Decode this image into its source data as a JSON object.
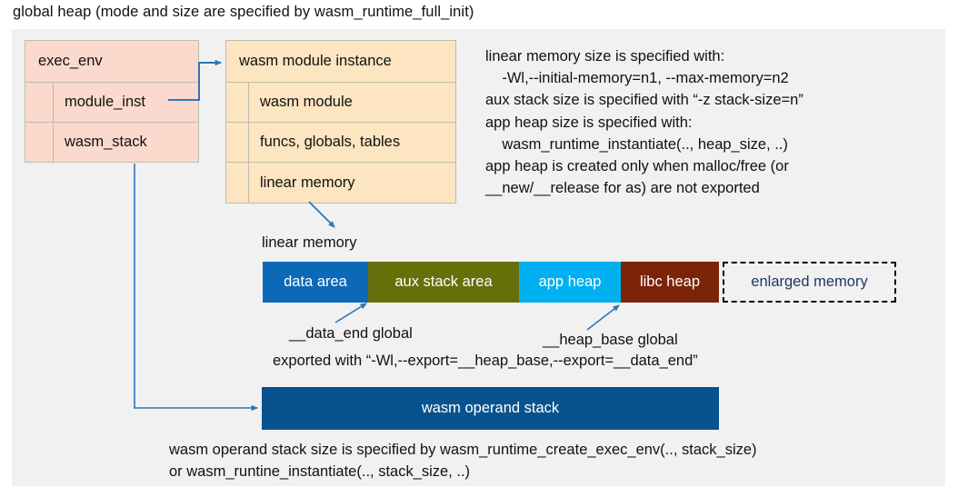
{
  "title": "global heap (mode and size are specified by wasm_runtime_full_init)",
  "colors": {
    "panel_bg": "#f1f1f1",
    "exec_env_fill": "#fbd9cd",
    "module_inst_fill": "#fce5c0",
    "box_border": "#bdbdad",
    "arrow": "#2e75b6",
    "data_area": "#0b69b8",
    "aux_stack_area": "#66700a",
    "app_heap": "#00b0f0",
    "libc_heap": "#7b2408",
    "enlarged_memory_text": "#1f3864",
    "operand_stack": "#08538e",
    "text": "#111111"
  },
  "exec_env": {
    "header": "exec_env",
    "fields": [
      "module_inst",
      "wasm_stack"
    ]
  },
  "module_instance": {
    "header": "wasm module instance",
    "fields": [
      "wasm module",
      "funcs, globals, tables",
      "linear memory"
    ]
  },
  "notes": {
    "lines": [
      "linear memory size is specified with:",
      "    -Wl,--initial-memory=n1, --max-memory=n2",
      "aux stack size is specified with “-z stack-size=n”",
      "app heap size is specified with:",
      "    wasm_runtime_instantiate(.., heap_size, ..)",
      "app heap is created only when malloc/free (or",
      "__new/__release for as) are not exported"
    ]
  },
  "memory": {
    "label": "linear memory",
    "segments": [
      {
        "label": "data area",
        "color": "#0b69b8",
        "width": 116,
        "text_color": "#ffffff",
        "dashed": false
      },
      {
        "label": "aux stack area",
        "color": "#66700a",
        "width": 166,
        "text_color": "#ffffff",
        "dashed": false
      },
      {
        "label": "app heap",
        "color": "#00b0f0",
        "width": 112,
        "text_color": "#ffffff",
        "dashed": false
      },
      {
        "label": "libc heap",
        "color": "#7b2408",
        "width": 108,
        "text_color": "#ffffff",
        "dashed": false
      },
      {
        "label": "enlarged memory",
        "color": "#f1f1f1",
        "width": 191,
        "text_color": "#1f3864",
        "dashed": true
      }
    ]
  },
  "annotations": {
    "data_end": "__data_end global",
    "heap_base": "__heap_base global",
    "exported": "exported with “-Wl,--export=__heap_base,--export=__data_end”"
  },
  "operand_stack": {
    "label": "wasm operand stack"
  },
  "bottom_notes": {
    "lines": [
      "wasm operand stack size is specified by wasm_runtime_create_exec_env(.., stack_size)",
      "or wasm_runtine_instantiate(.., stack_size, ..)"
    ]
  }
}
